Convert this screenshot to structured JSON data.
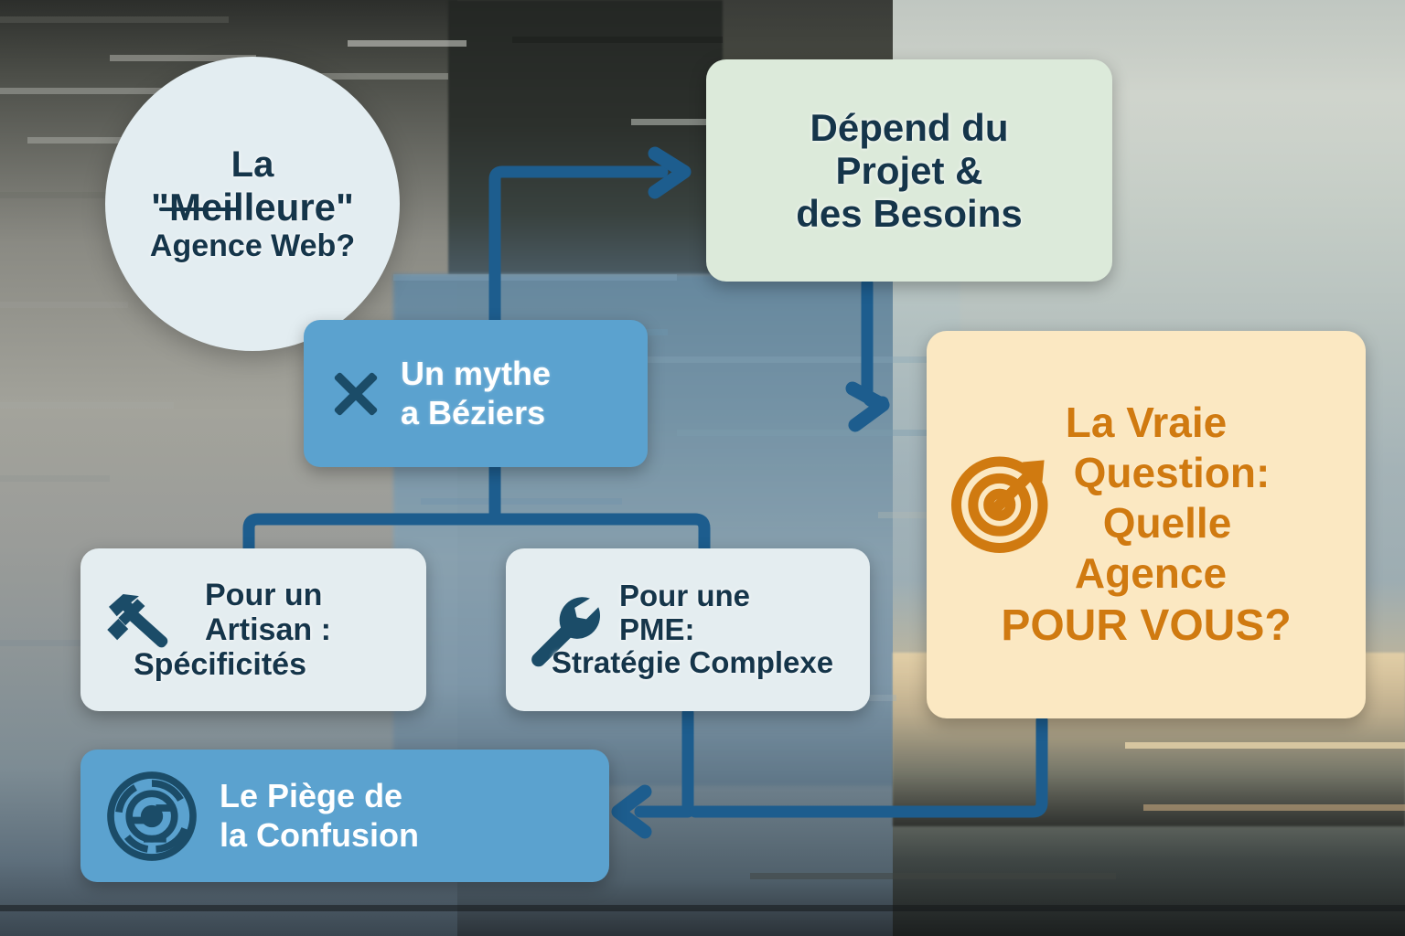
{
  "diagram": {
    "title_concept": "Quelle agence web choisir",
    "accent_colors": {
      "dark_navy": "#15354a",
      "blue_node": "#5ba2cf",
      "light_node": "#e4edf0",
      "green_node": "#dceada",
      "orange_node_bg": "#fbe8c2",
      "orange_text": "#d07a10",
      "connector": "#1d5d8e"
    },
    "nodes": {
      "circle": {
        "name": "question-circle",
        "line1": "La",
        "line2_quote_open": "\"",
        "line2_struck": "Meilleure",
        "line2_quote_close": "\"",
        "line3": "Agence Web?"
      },
      "green": {
        "name": "depends-box",
        "line1": "Dépend du",
        "line2": "Projet &",
        "line3": "des Besoins"
      },
      "myth": {
        "name": "myth-box",
        "icon": "x-mark-icon",
        "line1": "Un mythe",
        "line2": "a Béziers"
      },
      "artisan": {
        "name": "artisan-box",
        "icon": "hammer-icon",
        "line1": "Pour un",
        "line2": "Artisan :",
        "line3": "Spécificités"
      },
      "pme": {
        "name": "pme-box",
        "icon": "wrench-icon",
        "line1": "Pour une",
        "line2": "PME:",
        "line3": "Stratégie Complexe"
      },
      "piege": {
        "name": "confusion-trap-box",
        "icon": "maze-icon",
        "line1": "Le Piège de",
        "line2": "la Confusion"
      },
      "orange": {
        "name": "real-question-box",
        "icon": "target-arrow-icon",
        "line1": "La Vraie",
        "line2": "Question:",
        "line3": "Quelle",
        "line4": "Agence",
        "line5": "POUR VOUS?"
      }
    }
  }
}
